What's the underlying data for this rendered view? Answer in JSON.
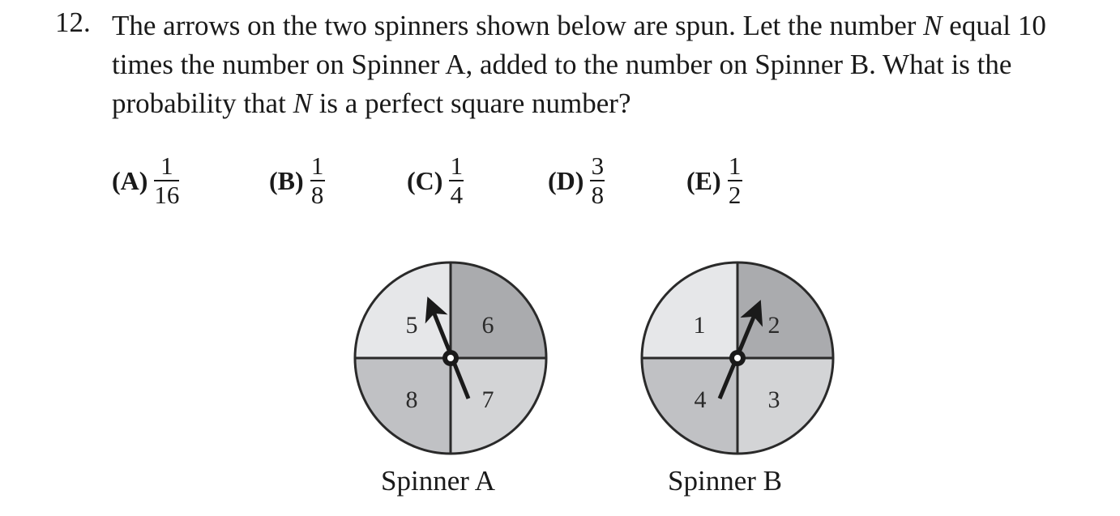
{
  "question": {
    "number": "12.",
    "text_1": "The arrows on the two spinners shown below are spun. Let the number ",
    "var": "N",
    "text_2": " equal 10 times the number on Spinner A, added to the number on Spinner B. What is the probability that ",
    "text_3": " is a perfect square number?"
  },
  "choices": [
    {
      "label": "(A)",
      "num": "1",
      "den": "16"
    },
    {
      "label": "(B)",
      "num": "1",
      "den": "8"
    },
    {
      "label": "(C)",
      "num": "1",
      "den": "4"
    },
    {
      "label": "(D)",
      "num": "3",
      "den": "8"
    },
    {
      "label": "(E)",
      "num": "1",
      "den": "2"
    }
  ],
  "spinners": [
    {
      "caption": "Spinner A",
      "numbers": [
        "5",
        "6",
        "7",
        "8"
      ]
    },
    {
      "caption": "Spinner B",
      "numbers": [
        "1",
        "2",
        "3",
        "4"
      ]
    }
  ],
  "colors": {
    "q_tl": "#e6e7e9",
    "q_tr": "#aaabae",
    "q_br": "#d3d4d6",
    "q_bl": "#c0c1c4"
  }
}
